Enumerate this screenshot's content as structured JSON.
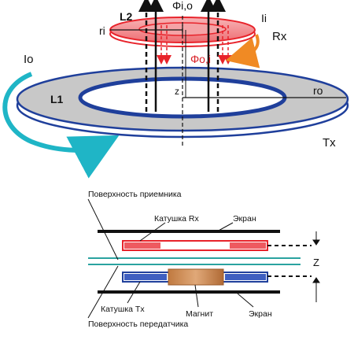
{
  "top": {
    "phi_io": "Φi,o",
    "phi_oi": "Φo,i",
    "l2": "L2",
    "l1": "L1",
    "ri": "ri",
    "ro": "ro",
    "ii": "Ii",
    "io": "Io",
    "rx": "Rx",
    "tx": "Tx",
    "z": "z"
  },
  "bottom": {
    "receiver_surface": "Поверхность приемника",
    "rx_coil": "Катушка Rx",
    "screen_top": "Экран",
    "z": "Z",
    "tx_coil": "Катушка Tx",
    "transmitter_surface": "Поверхность передатчика",
    "magnet": "Магнит",
    "screen_bottom": "Экран"
  },
  "colors": {
    "rx_red": "#e8232b",
    "rx_fill": "#f5a0a3",
    "tx_blue": "#1f3f9b",
    "tx_fill": "#c8c8c8",
    "cyan": "#1fb5c6",
    "orange": "#f08a24",
    "teal_line": "#2aa3a0",
    "magnet": "#c9834a"
  }
}
